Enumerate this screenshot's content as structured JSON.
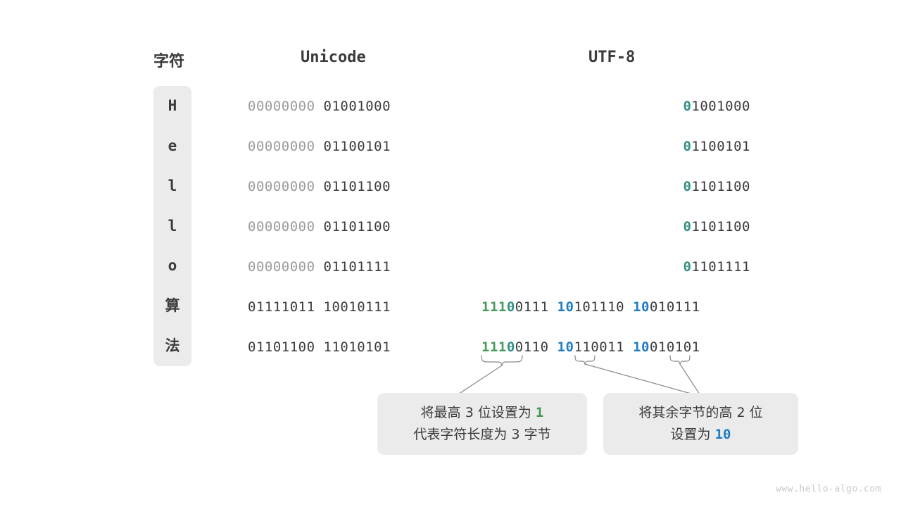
{
  "headers": {
    "character": "字符",
    "unicode": "Unicode",
    "utf8": "UTF-8"
  },
  "rows": [
    {
      "char": "H",
      "unicode_pad": "00000000",
      "unicode_body": "01001000",
      "utf8_bytes": [
        {
          "lead": "0",
          "lead_color": "teal",
          "rest": "1001000"
        }
      ]
    },
    {
      "char": "e",
      "unicode_pad": "00000000",
      "unicode_body": "01100101",
      "utf8_bytes": [
        {
          "lead": "0",
          "lead_color": "teal",
          "rest": "1100101"
        }
      ]
    },
    {
      "char": "l",
      "unicode_pad": "00000000",
      "unicode_body": "01101100",
      "utf8_bytes": [
        {
          "lead": "0",
          "lead_color": "teal",
          "rest": "1101100"
        }
      ]
    },
    {
      "char": "l",
      "unicode_pad": "00000000",
      "unicode_body": "01101100",
      "utf8_bytes": [
        {
          "lead": "0",
          "lead_color": "teal",
          "rest": "1101100"
        }
      ]
    },
    {
      "char": "o",
      "unicode_pad": "00000000",
      "unicode_body": "01101111",
      "utf8_bytes": [
        {
          "lead": "0",
          "lead_color": "teal",
          "rest": "1101111"
        }
      ]
    },
    {
      "char": "算",
      "unicode_pad": "01111011",
      "unicode_body": "10010111",
      "unicode_pad_plain": true,
      "utf8_bytes": [
        {
          "lead": "111",
          "lead_color": "green",
          "lead2": "0",
          "lead2_color": "teal",
          "rest": "0111"
        },
        {
          "lead": "10",
          "lead_color": "blue",
          "rest": "101110"
        },
        {
          "lead": "10",
          "lead_color": "blue",
          "rest": "010111"
        }
      ]
    },
    {
      "char": "法",
      "unicode_pad": "01101100",
      "unicode_body": "11010101",
      "unicode_pad_plain": true,
      "utf8_bytes": [
        {
          "lead": "111",
          "lead_color": "green",
          "lead2": "0",
          "lead2_color": "teal",
          "rest": "0110"
        },
        {
          "lead": "10",
          "lead_color": "blue",
          "rest": "110011"
        },
        {
          "lead": "10",
          "lead_color": "blue",
          "rest": "010101"
        }
      ]
    }
  ],
  "notes": [
    {
      "id": "note-1",
      "line1_prefix": "将最高 3 位设置为 ",
      "line1_highlight": "1",
      "line1_highlight_color": "green",
      "line2": "代表字符长度为 3 字节"
    },
    {
      "id": "note-2",
      "line1": "将其余字节的高 2 位",
      "line2_prefix": "设置为 ",
      "line2_highlight": "10",
      "line2_highlight_color": "blue"
    }
  ],
  "colors": {
    "green": "#4a9a5a",
    "teal": "#2f9183",
    "blue": "#1f7cc4",
    "text": "#3b3b3b",
    "muted": "#9b9b9b",
    "panel": "#ebebeb"
  },
  "watermark": "www.hello-algo.com"
}
